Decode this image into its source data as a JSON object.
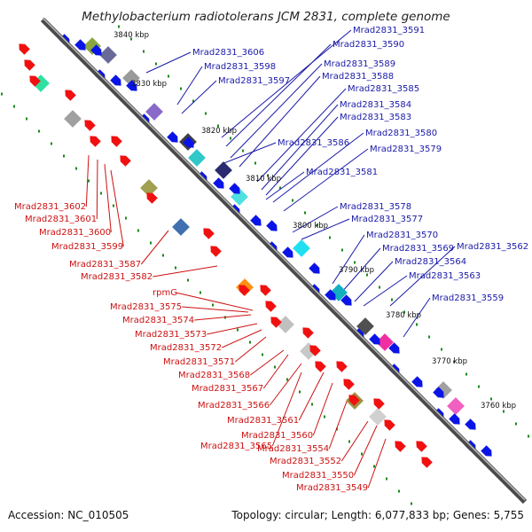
{
  "title": "Methylobacterium radiotolerans JCM 2831, complete genome",
  "accession": "Accession: NC_010505",
  "topology": "Topology: circular; Length: 6,077,833 bp; Genes: 5,755",
  "colors": {
    "forward_gene": "#0a14e6",
    "reverse_gene": "#f01010",
    "backbone": "#7a7a7a",
    "tick": "#1a8a1a",
    "label_blue": "#1a1aa8",
    "label_red": "#cc1111"
  },
  "scale_markers": [
    "3840 kbp",
    "3830 kbp",
    "3820 kbp",
    "3810 kbp",
    "3800 kbp",
    "3790 kbp",
    "3780 kbp",
    "3770 kbp",
    "3760 kbp"
  ],
  "forward_labels": [
    "Mrad2831_3591",
    "Mrad2831_3590",
    "Mrad2831_3606",
    "Mrad2831_3598",
    "Mrad2831_3589",
    "Mrad2831_3588",
    "Mrad2831_3597",
    "Mrad2831_3585",
    "Mrad2831_3584",
    "Mrad2831_3583",
    "Mrad2831_3580",
    "Mrad2831_3586",
    "Mrad2831_3579",
    "Mrad2831_3581",
    "Mrad2831_3578",
    "Mrad2831_3577",
    "Mrad2831_3570",
    "Mrad2831_3569",
    "Mrad2831_3562",
    "Mrad2831_3564",
    "Mrad2831_3563",
    "Mrad2831_3559"
  ],
  "reverse_labels": [
    "Mrad2831_3602",
    "Mrad2831_3601",
    "Mrad2831_3600",
    "Mrad2831_3599",
    "Mrad2831_3587",
    "Mrad2831_3582",
    "rpmG",
    "Mrad2831_3575",
    "Mrad2831_3574",
    "Mrad2831_3573",
    "Mrad2831_3572",
    "Mrad2831_3571",
    "Mrad2831_3568",
    "Mrad2831_3567",
    "Mrad2831_3566",
    "Mrad2831_3561",
    "Mrad2831_3560",
    "Mrad2831_3565",
    "Mrad2831_3554",
    "Mrad2831_3552",
    "Mrad2831_3550",
    "Mrad2831_3549"
  ]
}
